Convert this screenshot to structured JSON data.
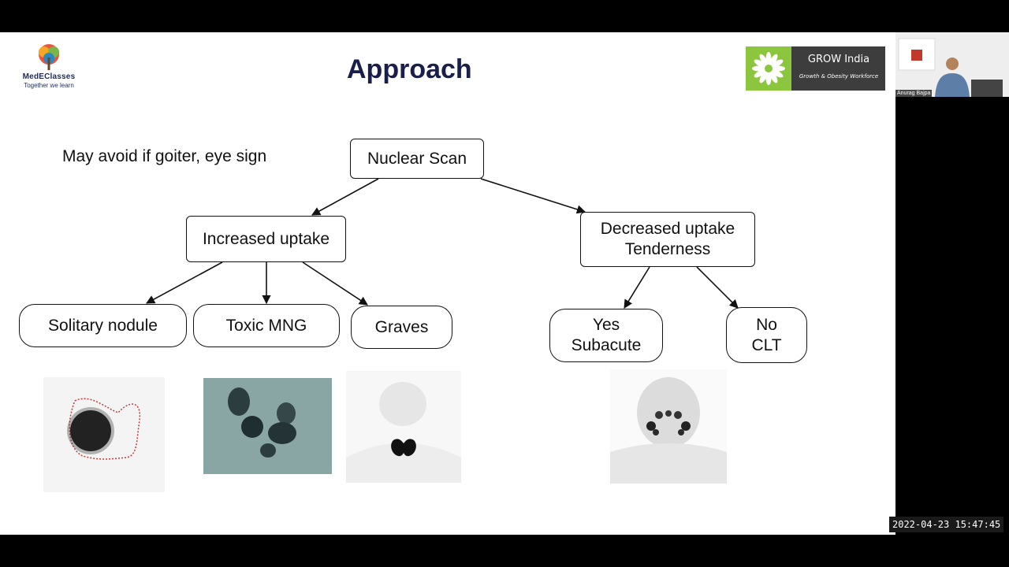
{
  "slide": {
    "title": "Approach",
    "note": "May avoid if goiter, eye sign"
  },
  "logo_left": {
    "brand": "MedEClasses",
    "tagline": "Together we learn",
    "icon": "tree-icon"
  },
  "logo_right": {
    "title": "GROW India",
    "subtitle": "Growth & Obesity Workforce",
    "icon": "flower-icon",
    "colors": {
      "leaf": "#8cc63f",
      "panel": "#3d3d3d"
    }
  },
  "flowchart": {
    "root": "Nuclear Scan",
    "increased": "Increased uptake",
    "decreased": {
      "line1": "Decreased uptake",
      "line2": "Tenderness"
    },
    "solitary": "Solitary nodule",
    "toxic_mng": "Toxic MNG",
    "graves": "Graves",
    "yes": {
      "line1": "Yes",
      "line2": "Subacute"
    },
    "no": {
      "line1": "No",
      "line2": "CLT"
    }
  },
  "video": {
    "participant": "Anurag Bajpa"
  },
  "recording": {
    "timestamp": "2022-04-23 15:47:45"
  }
}
